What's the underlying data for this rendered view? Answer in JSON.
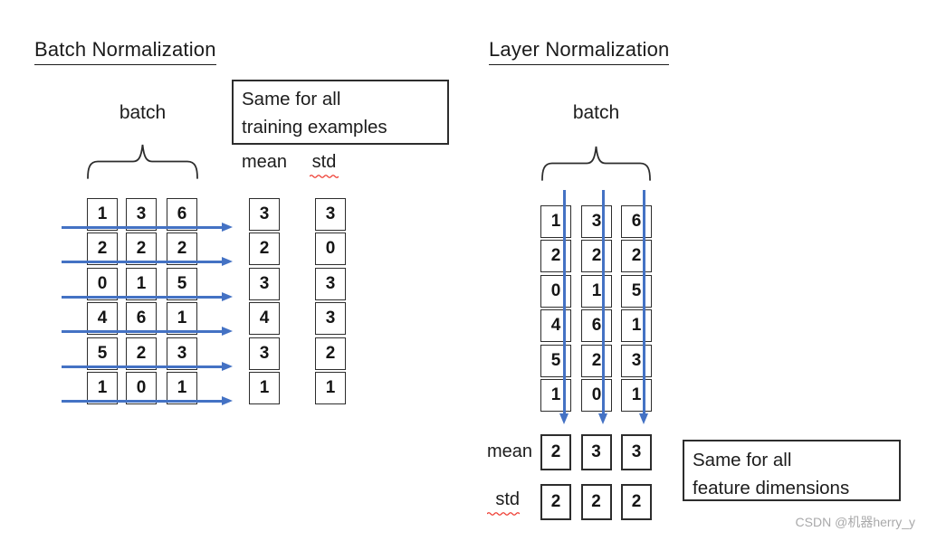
{
  "left": {
    "title": "Batch Normalization",
    "batch_label": "batch",
    "note_line1": "Same for all",
    "note_line2": "training examples",
    "mean_header": "mean",
    "std_header": "std",
    "grid_cols": [
      [
        "1",
        "2",
        "0",
        "4",
        "5",
        "1"
      ],
      [
        "3",
        "2",
        "1",
        "6",
        "2",
        "0"
      ],
      [
        "6",
        "2",
        "5",
        "1",
        "3",
        "1"
      ]
    ],
    "mean_col": [
      "3",
      "2",
      "3",
      "4",
      "3",
      "1"
    ],
    "std_col": [
      "3",
      "0",
      "3",
      "3",
      "2",
      "1"
    ]
  },
  "right": {
    "title": "Layer Normalization",
    "batch_label": "batch",
    "note_line1": "Same for all",
    "note_line2": "feature dimensions",
    "mean_label": "mean",
    "std_label": "std",
    "grid_cols": [
      [
        "1",
        "2",
        "0",
        "4",
        "5",
        "1"
      ],
      [
        "3",
        "2",
        "1",
        "6",
        "2",
        "0"
      ],
      [
        "6",
        "2",
        "5",
        "1",
        "3",
        "1"
      ]
    ],
    "mean_row": [
      "2",
      "3",
      "3"
    ],
    "std_row": [
      "2",
      "2",
      "2"
    ]
  },
  "watermark": "CSDN @机器herry_y",
  "colors": {
    "arrow_blue": "#4472C4",
    "border_dark": "#2d2d2d",
    "squiggle_red": "#ee3b30",
    "watermark_gray": "#a9a9aa"
  }
}
